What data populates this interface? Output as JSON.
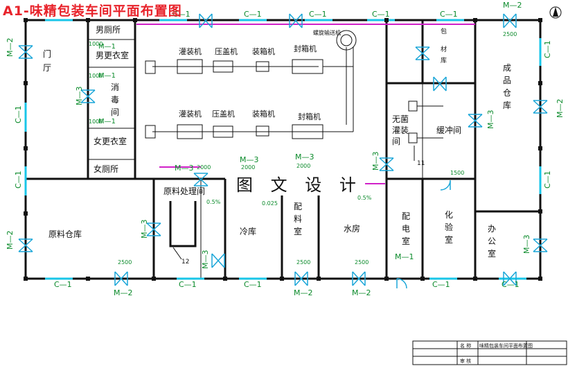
{
  "title": "A1-味精包装车间平面布置图",
  "brand": "图 文 设 计",
  "north_arrow": "north-arrow-icon",
  "rooms": {
    "men_toilet": "男厕所",
    "men_locker": "男更衣室",
    "disinfect": [
      "消",
      "毒",
      "间"
    ],
    "women_locker": "女更衣室",
    "women_toilet": "女厕所",
    "hall": [
      "门",
      "厅"
    ],
    "packaging_box": [
      "包",
      "材",
      "库"
    ],
    "finished_store": [
      "成",
      "品",
      "仓",
      "库"
    ],
    "sterile_fill": [
      "无菌",
      "灌装",
      "间"
    ],
    "buffer": "缓冲间",
    "raw_process": "原料处理间",
    "raw_store": "原料仓库",
    "cold_store": "冷库",
    "batching": [
      "配",
      "料",
      "室"
    ],
    "water_room": "水房",
    "power_room": [
      "配",
      "电",
      "室"
    ],
    "lab": [
      "化",
      "验",
      "室"
    ],
    "office": [
      "办",
      "公",
      "室"
    ]
  },
  "equipment": {
    "line1": [
      "灌装机",
      "压盖机",
      "装箱机",
      "封箱机"
    ],
    "line2": [
      "灌装机",
      "压盖机",
      "装箱机",
      "封箱机"
    ],
    "bottle_sorter": "螺旋输送机"
  },
  "labels": {
    "c1": "C—1",
    "m1": "M—1",
    "m2": "M—2",
    "m3": "M—3",
    "d1000": "1000",
    "d1500": "1500",
    "d2000": "2000",
    "d2500": "2500",
    "slope1": "0.025",
    "slope2": "0.5%",
    "slope3": "0.5%",
    "n11": "11",
    "n12": "12"
  },
  "title_block": {
    "drawing_name": "味精包装车间平面布置图",
    "r1": "名 称",
    "r2": "审 核"
  },
  "colors": {
    "title": "#e8232b",
    "window": "#19c6e8",
    "door": "#1aa6d8",
    "label": "#0a8a2a",
    "rail": "#d021c8"
  }
}
